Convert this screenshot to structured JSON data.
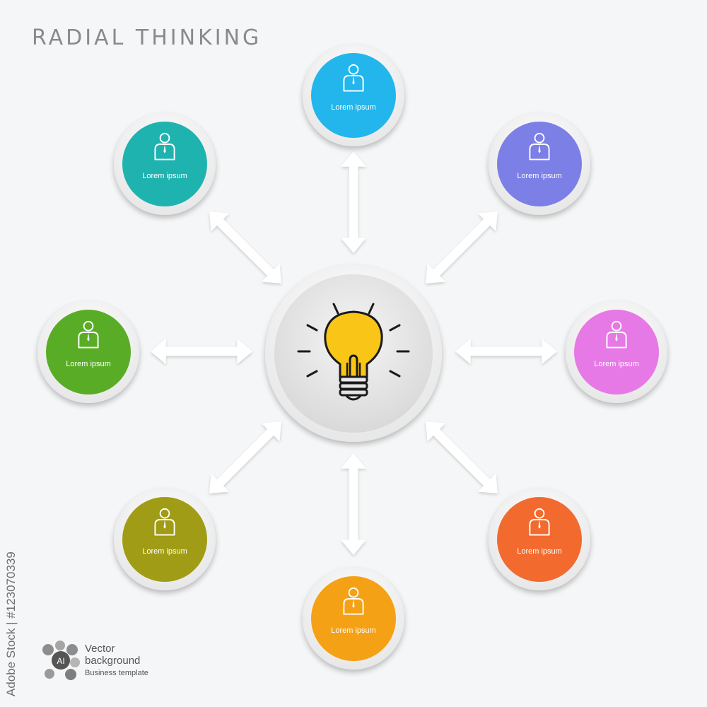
{
  "title": "RADIAL THINKING",
  "center": {
    "icon": "lightbulb-icon",
    "bulb_color": "#f9c617"
  },
  "nodes": [
    {
      "id": "top",
      "label": "Lorem ipsum",
      "color": "#22b6ec",
      "icon": "person-icon"
    },
    {
      "id": "top-right",
      "label": "Lorem ipsum",
      "color": "#7b7fe6",
      "icon": "person-icon"
    },
    {
      "id": "right",
      "label": "Lorem ipsum",
      "color": "#e779e6",
      "icon": "person-icon"
    },
    {
      "id": "bottom-right",
      "label": "Lorem ipsum",
      "color": "#f26a2e",
      "icon": "person-icon"
    },
    {
      "id": "bottom",
      "label": "Lorem ipsum",
      "color": "#f5a115",
      "icon": "person-icon"
    },
    {
      "id": "bottom-left",
      "label": "Lorem ipsum",
      "color": "#a09c16",
      "icon": "person-icon"
    },
    {
      "id": "left",
      "label": "Lorem ipsum",
      "color": "#59ad26",
      "icon": "person-icon"
    },
    {
      "id": "top-left",
      "label": "Lorem ipsum",
      "color": "#1fb3b0",
      "icon": "person-icon"
    }
  ],
  "stock_id": "Adobe Stock | #123070339",
  "vector_badge": {
    "icon": "ai-vector-icon",
    "badge_text": "AI",
    "line1": "Vector",
    "line2": "background",
    "line3": "Business template"
  }
}
